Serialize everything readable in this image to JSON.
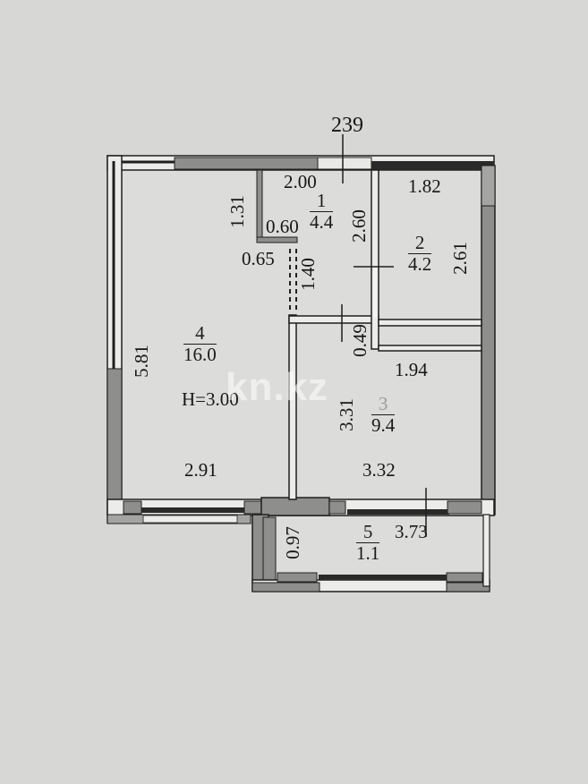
{
  "plan": {
    "top_dimension": "239",
    "ceiling_height_label": "H=3.00",
    "watermark": "kn.kz",
    "colors": {
      "background": "#d7d7d5",
      "floor": "#dcdcda",
      "wall_dark": "#1f1f1f",
      "wall_fill": "#8a8a88",
      "window": "#e6e6e4"
    },
    "rooms": [
      {
        "number": "1",
        "area": "4.4"
      },
      {
        "number": "2",
        "area": "4.2"
      },
      {
        "number": "3",
        "area": "9.4"
      },
      {
        "number": "4",
        "area": "16.0"
      },
      {
        "number": "5",
        "area": "1.1"
      }
    ],
    "dimensions": {
      "d_2_00": "2.00",
      "d_1_82": "1.82",
      "d_1_31": "1.31",
      "d_0_60": "0.60",
      "d_2_60": "2.60",
      "d_2_61": "2.61",
      "d_0_65": "0.65",
      "d_1_40": "1.40",
      "d_5_81": "5.81",
      "d_0_49": "0.49",
      "d_1_94": "1.94",
      "d_3_31": "3.31",
      "d_2_91": "2.91",
      "d_3_32": "3.32",
      "d_0_97": "0.97",
      "d_3_73": "3.73"
    }
  }
}
